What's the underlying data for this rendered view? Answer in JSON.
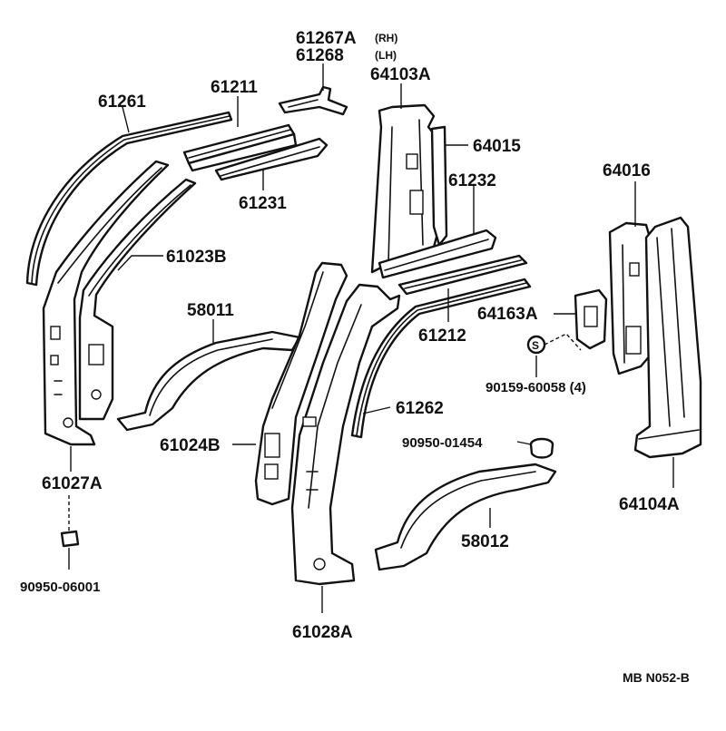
{
  "labels": {
    "p61267A": "61267A",
    "rh": "(RH)",
    "p61268": "61268",
    "lh": "(LH)",
    "p64103A": "64103A",
    "p61261": "61261",
    "p61211": "61211",
    "p64015": "64015",
    "p61231": "61231",
    "p61232": "61232",
    "p64016": "64016",
    "p61023B": "61023B",
    "p58011": "58011",
    "p64163A": "64163A",
    "p61212": "61212",
    "s_marker": "S",
    "p90159_60058": "90159-60058 (4)",
    "p61262": "61262",
    "p61024B": "61024B",
    "p90950_01454": "90950-01454",
    "p61027A": "61027A",
    "p58012": "58012",
    "p64104A": "64104A",
    "p90950_06001": "90950-06001",
    "p61028A": "61028A",
    "ref_code": "MB  N052-B"
  }
}
